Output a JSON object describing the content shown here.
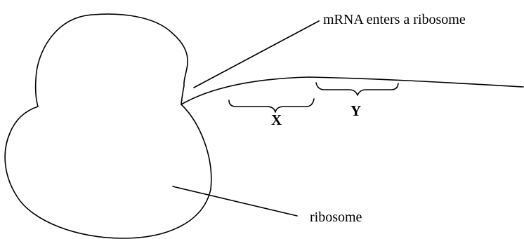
{
  "labels": {
    "mrna_callout": "mRNA enters a ribosome",
    "ribosome_callout": "ribosome",
    "segment_x": "X",
    "segment_y": "Y"
  },
  "colors": {
    "stroke": "#000000",
    "background": "#ffffff"
  }
}
